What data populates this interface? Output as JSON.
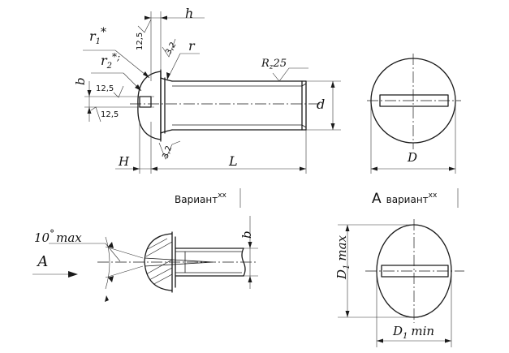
{
  "top_view": {
    "dims": {
      "h": "h",
      "r1": "r",
      "r1_sub": "1",
      "r1_mark": "*",
      "r2": "r",
      "r2_sub": "2",
      "r2_mark": "*;",
      "r": "r",
      "b": "b",
      "d": "d",
      "D": "D",
      "H": "H",
      "L": "L",
      "rz_prefix": "R",
      "rz_sub": "z",
      "rz_value": "25",
      "rough_12_5_top": "12,5",
      "rough_12_5_mid": "12,5",
      "rough_12_5_left": "12,5",
      "rough_3_2_top": "3,2",
      "rough_3_2_bottom": "3,2"
    }
  },
  "captions": {
    "variant_left": "Вариант",
    "variant_left_sup": "хх",
    "variant_right_letter": "А",
    "variant_right": "вариант",
    "variant_right_sup": "хх"
  },
  "bottom_view": {
    "dims": {
      "angle": "10",
      "angle_unit": "°",
      "angle_suffix": "max",
      "A": "А",
      "b": "b",
      "D1_max": "D",
      "D1_max_sub": "1",
      "D1_max_suffix": "max",
      "D1_min": "D",
      "D1_min_sub": "1",
      "D1_min_suffix": "min"
    }
  }
}
